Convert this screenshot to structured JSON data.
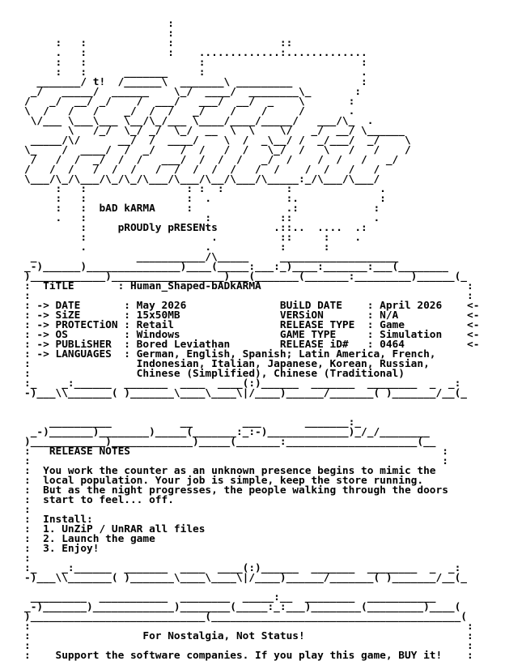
{
  "lines": [
    "                       :",
    "                       :",
    "     :   :             :                 ::",
    "     .   :             :    .............:.............",
    "     :   :                  :                         :",
    "     :   :      _______     :                         .",
    "  _______/ t!  /______\\  _______\\ _________           :",
    " _/   _____/  ______    \\_/  ____/  ________\\_       :",
    "/   _/  __/ _/    /  ___/   ___/  __/  _    \\       :",
    "\\  /   /   /    _/  /  /   _/    /    /     /       .",
    " \\/___ \\___\\___ \\__/\\_/___ \\____/____/_____/   ___/\\_  .",
    "       \\   /_/  \\_/ _/  \\_/  __  \\  \\    \\/   _/  __/ \\______",
    " _____/\\/      __/  /  ____/    \\  /  _\\__/ /  _/___/  _/    \\",
    "\\_    /  ____/  /  _/    /  /   /  /   \\_/  /   \\   /   /    /",
    " /   /  /  _/  /  /   ___/  /  /  /   _/  /    /  /   /   _/",
    "/   /  /   /  /  /   /  /  /  /  /   /  /    /  /   /   /",
    "\\___/\\_/\\___/\\_/\\_/\\___/\\___/\\__/\\___/\\_____:_/\\___/\\___/",
    "     :   :                : :  :          :              .",
    "     :   :                :  .            :.             :",
    "     :   :  bAD kARMA     :               .:            :",
    "     .   :                   :           ::             .",
    "         :     pROUDly pRESENts         .::..  ....  .:",
    "         :                    .          ::     :    .",
    "         .                   .           :      :",
    " _                ___________/\\_____     ___________________",
    "_-)______)_______________)____(_____:___:_)____:_______:___(________",
    ")____________)__________________)___(_______(_______:_________)______(_",
    ":  TiTLE       : Human_Shaped-bADkARMA                                 :",
    ":                                                                      :",
    ": -> DATE       : May 2026               BUiLD DATE    : April 2026    <-",
    ": -> SiZE       : 15x50MB                VERSiON       : N/A           <-",
    ": -> PROTECTiON : Retail                 RELEASE TYPE  : Game          <-",
    ": -> OS         : Windows                GAME TYPE     : Simulation    <-",
    ": -> PUBLiSHER  : Bored Leviathan        RELEASE iD#   : 0464          <-",
    ": -> LANGUAGES  : German, English, Spanish; Latin America, French,",
    ":                 Indonesian, Italian, Japanese, Korean, Russian,",
    ":                 Chinese (Simplified), Chinese (Traditional)",
    ":_    _:______  _______  ____  ____(:)______  _______  ________  _  _:",
    "-)___\\\\_______( )_______\\____\\____\\|/____)______/_______( )_______/__(_",
    "",
    "",
    "    __________           __        ___       _______:_",
    " _-)_______)________)_____(_______:_:-)_____________)_/_/________",
    ")____________)_____________)_____(_______:_____________________(__",
    ":   RELEASE NOTES                                                  :",
    ":                                                                  :",
    ":  You work the counter as an unknown presence begins to mimic the",
    ":  local population. Your job is simple, keep the store running.",
    ":  But as the night progresses, the people walking through the doors",
    ":  start to feel... off.",
    ":",
    ":  Install:",
    ":  1. UnZiP / UnRAR all files",
    ":  2. Launch the game",
    ":  3. Enjoy!",
    ":",
    ":_    _:______  _______  ____  ____(:)______  _______  ________  _  _:",
    "-)___\\\\_______( )_______\\____\\____\\|/____)______/_______( )_______/__(_",
    "",
    " _________  ___________  ________  _____:__  ________  ___________",
    "_-)_______)_____________)________(_____:_:___)________(_________)____(",
    ")____________________________(________________________________________(",
    ":                                                                      :",
    ":                  For Nostalgia, Not Status!                          :",
    ":                                                                      :",
    ":    Support the software companies. If you play this game, BUY it!    :",
    ":                                                                      :",
    ":_    _:______  _______  ____  ____/:\\______  _______  ________  _  _:",
    "(____//______\\____\\______(________\\:/________)______\\______//______)"
  ]
}
